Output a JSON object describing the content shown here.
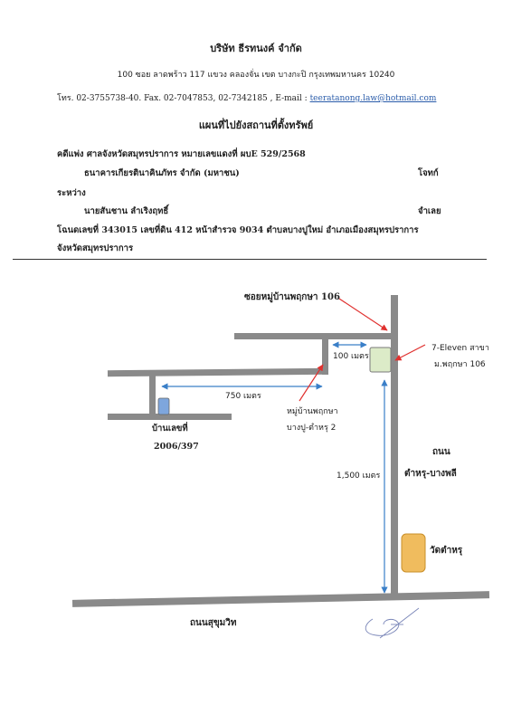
{
  "header": {
    "company": "บริษัท ธีรทนงค์ จำกัด",
    "address": "100  ซอย ลาดพร้าว 117   แขวง คลองจั่น   เขต บางกะปิ   กรุงเทพมหานคร  10240",
    "contact_prefix": "โทร. 02-3755738-40. Fax. 02-7047853, 02-7342185 , E-mail : ",
    "email": "teeratanong.law@hotmail.com"
  },
  "document": {
    "title": "แผนที่ไปยังสถานที่ตั้งทรัพย์",
    "case_line": "คดีแพ่ง ศาลจังหวัดสมุทรปราการ หมายเลขแดงที่ ผบE 529/2568",
    "plaintiff_name": "ธนาคารเกียรตินาคินภัทร จำกัด (มหาชน)",
    "plaintiff_role": "โจทก์",
    "between": "ระหว่าง",
    "defendant_name": "นายสันชาน ลำเริงฤทธิ์",
    "defendant_role": "จำเลย",
    "deed_line1": "โฉนดเลขที่ 343015 เลขที่ดิน 412 หน้าสำรวจ 9034 ตำบลบางปูใหม่ อำเภอเมืองสมุทรปราการ",
    "deed_line2": "จังหวัดสมุทรปราการ"
  },
  "map": {
    "soi_label": "ซอยหมู่บ้านพฤกษา 106",
    "seven_eleven_line1": "7-Eleven สาขา",
    "seven_eleven_line2": "ม.พฤกษา 106",
    "dist_100": "100 เมตร",
    "dist_750": "750 เมตร",
    "dist_1500": "1,500 เมตร",
    "village_line1": "หมู่บ้านพฤกษา",
    "village_line2": "บางปู-ตำหรุ 2",
    "house_label": "บ้านเลขที่",
    "house_number": "2006/397",
    "road_label_line1": "ถนน",
    "road_label_line2": "ตำหรุ-บางพลี",
    "temple_label": "วัดตำหรุ",
    "sukhumvit_label": "ถนนสุขุมวิท",
    "colors": {
      "road": "#8a8a8a",
      "arrow_red": "#e0312f",
      "dim_blue": "#3a7fc8",
      "seven_eleven_fill": "#dcebc8",
      "house_fill": "#7ea6dd",
      "temple_fill": "#f0bc5e"
    }
  }
}
